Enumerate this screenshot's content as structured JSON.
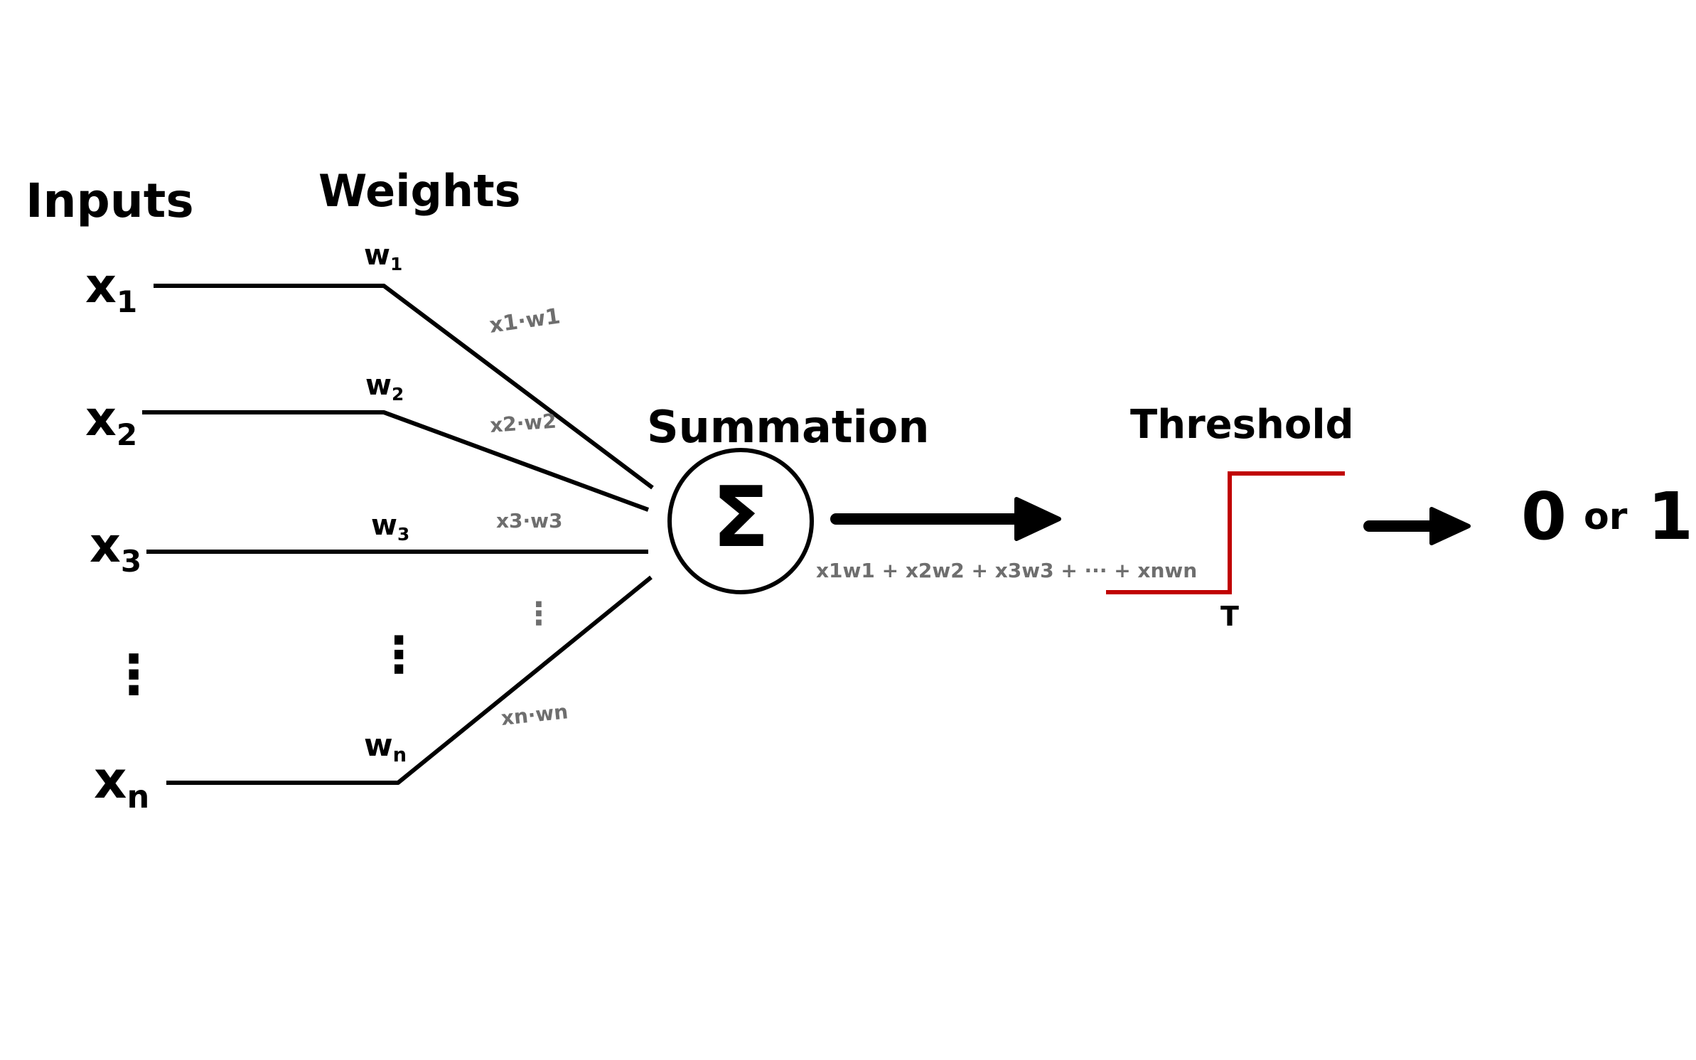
{
  "headings": {
    "inputs": "Inputs",
    "weights": "Weights",
    "summation": "Summation",
    "threshold": "Threshold"
  },
  "inputs": [
    {
      "base": "x",
      "sub": "1"
    },
    {
      "base": "x",
      "sub": "2"
    },
    {
      "base": "x",
      "sub": "3"
    },
    {
      "base": "x",
      "sub": "n"
    }
  ],
  "weights": [
    {
      "base": "w",
      "sub": "1"
    },
    {
      "base": "w",
      "sub": "2"
    },
    {
      "base": "w",
      "sub": "3"
    },
    {
      "base": "w",
      "sub": "n"
    }
  ],
  "products": [
    "x1·w1",
    "x2·w2",
    "x3·w3",
    "xn·wn"
  ],
  "ellipsis": "⋮",
  "sigma": "Σ",
  "sum_formula": "x1w1 + x2w2 + x3w3 + ··· + xnwn",
  "threshold_symbol": "T",
  "output": {
    "zero": "0",
    "or": "or",
    "one": "1"
  },
  "colors": {
    "ink": "#000000",
    "annotation": "#6e6e6e",
    "step": "#c00000"
  }
}
